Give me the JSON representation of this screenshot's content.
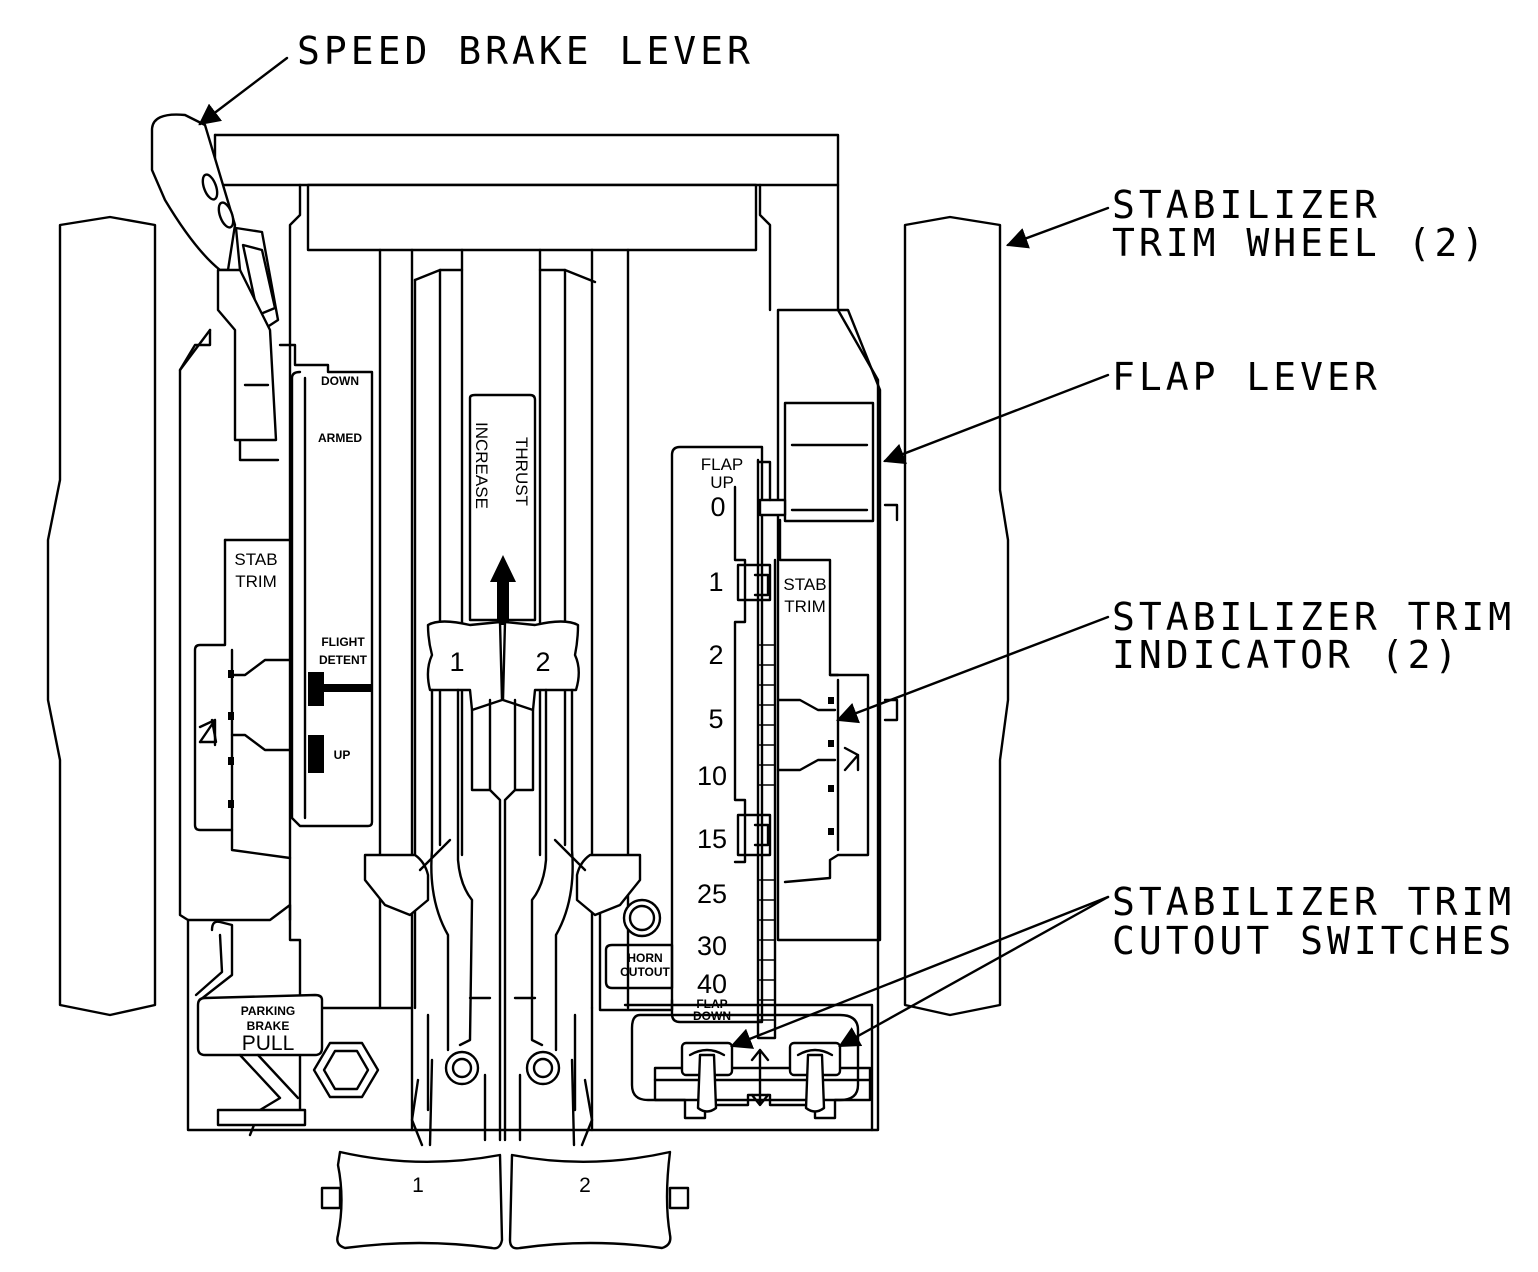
{
  "callouts": {
    "speed_brake_lever": "SPEED BRAKE LEVER",
    "trim_wheel_line1": "STABILIZER",
    "trim_wheel_line2": "TRIM WHEEL (2)",
    "flap_lever": "FLAP LEVER",
    "trim_indicator_line1": "STABILIZER TRIM",
    "trim_indicator_line2": "INDICATOR (2)",
    "cutout_line1": "STABILIZER TRIM",
    "cutout_line2": "CUTOUT SWITCHES"
  },
  "speed_brake_scale": {
    "down": "DOWN",
    "armed": "ARMED",
    "flight_detent_line1": "FLIGHT",
    "flight_detent_line2": "DETENT",
    "up": "UP"
  },
  "stab_trim": {
    "line1": "STAB",
    "line2": "TRIM"
  },
  "thrust": {
    "increase": "INCREASE",
    "thrust": "THRUST",
    "lever_1": "1",
    "lever_2": "2",
    "handle_1": "1",
    "handle_2": "2"
  },
  "flap_scale": {
    "header_line1": "FLAP",
    "header_line2": "UP",
    "detents": [
      "0",
      "1",
      "2",
      "5",
      "10",
      "15",
      "25",
      "30",
      "40"
    ],
    "footer_line1": "FLAP",
    "footer_line2": "DOWN"
  },
  "horn_cutout": {
    "line1": "HORN",
    "line2": "CUTOUT"
  },
  "parking_brake": {
    "line1": "PARKING",
    "line2": "BRAKE",
    "line3": "PULL"
  }
}
